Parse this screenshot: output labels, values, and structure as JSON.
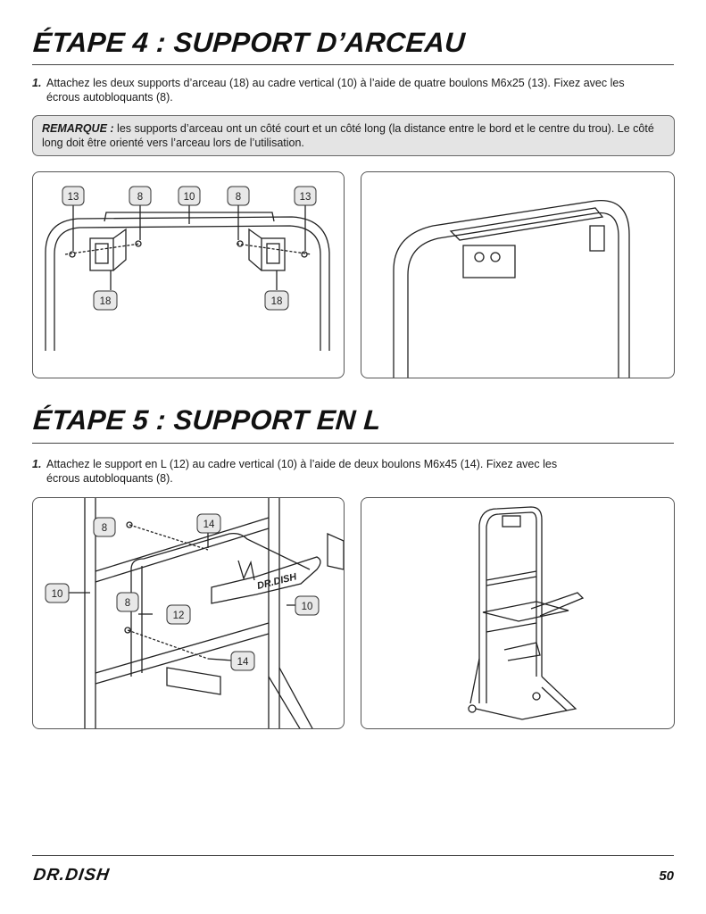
{
  "step4": {
    "title": "ÉTAPE 4 : SUPPORT D’ARCEAU",
    "instruction_num": "1.",
    "instruction": "Attachez les deux supports d’arceau (18) au cadre vertical (10) à l’aide de quatre boulons M6x25 (13). Fixez avec les écrous autobloquants (8).",
    "note_lead": "REMARQUE :",
    "note_text": "les supports d’arceau ont un côté court et un côté long (la distance entre le bord et le centre du trou). Le côté long doit être orienté vers l’arceau lors de l’utilisation.",
    "callouts": [
      "13",
      "8",
      "10",
      "8",
      "13",
      "18",
      "18"
    ]
  },
  "step5": {
    "title": "ÉTAPE 5 : SUPPORT EN L",
    "instruction_num": "1.",
    "instruction": "Attachez le support en L (12) au cadre vertical (10) à l’aide de deux boulons M6x45 (14). Fixez avec les écrous autobloquants (8).",
    "callouts": [
      "8",
      "14",
      "10",
      "8",
      "12",
      "10",
      "14"
    ],
    "frame_brand_text": "DR.DISH"
  },
  "footer": {
    "logo": "DR.DISH",
    "page_number": "50"
  }
}
